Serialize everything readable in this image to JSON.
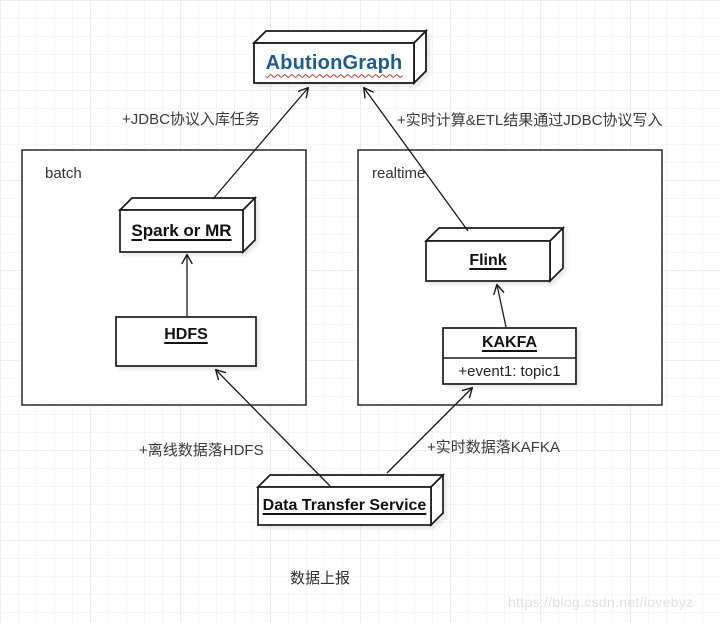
{
  "diagram": {
    "title_node": {
      "label": "AbutionGraph"
    },
    "containers": {
      "batch": {
        "label": "batch"
      },
      "realtime": {
        "label": "realtime"
      }
    },
    "nodes": {
      "spark": {
        "label": "Spark or MR"
      },
      "hdfs": {
        "label": "HDFS"
      },
      "flink": {
        "label": "Flink"
      },
      "kafka": {
        "label": "KAKFA",
        "attribute": "+event1: topic1"
      },
      "dts": {
        "label": "Data Transfer Service"
      }
    },
    "edge_labels": {
      "jdbc_ingest": "+JDBC协议入库任务",
      "realtime_write": "+实时计算&ETL结果通过JDBC协议写入",
      "offline_hdfs": "+离线数据落HDFS",
      "realtime_kafka": "+实时数据落KAFKA"
    },
    "caption": "数据上报",
    "watermark": "https://blog.csdn.net/lovebyz",
    "colors": {
      "title_text": "#1f5b8e",
      "wavy_underline": "#c0392b",
      "line": "#1a1a1a",
      "label_text": "#3a3a3a",
      "grid_minor": "#f6f6f8",
      "grid_major": "#ececf1",
      "watermark": "#dadade"
    }
  }
}
